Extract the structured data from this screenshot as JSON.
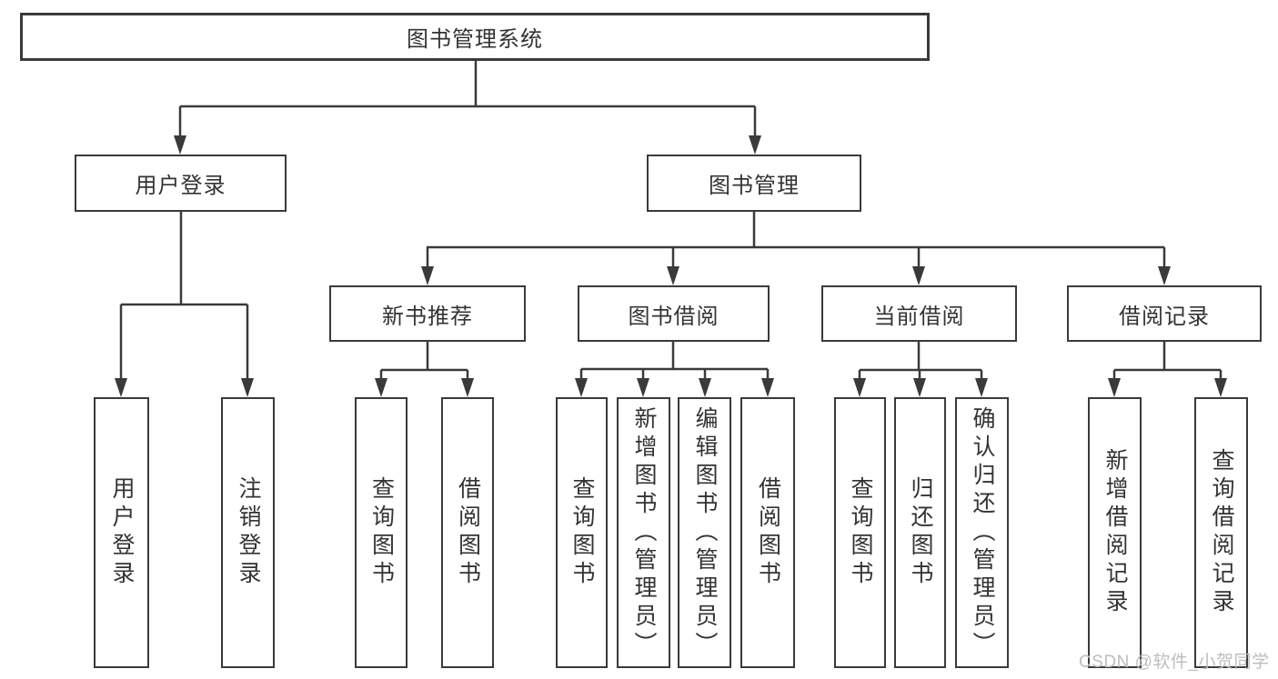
{
  "tree": {
    "label": "图书管理系统",
    "children": [
      {
        "label": "用户登录",
        "children": [
          {
            "label": "用户登录"
          },
          {
            "label": "注销登录"
          }
        ]
      },
      {
        "label": "图书管理",
        "children": [
          {
            "label": "新书推荐",
            "children": [
              {
                "label": "查询图书"
              },
              {
                "label": "借阅图书"
              }
            ]
          },
          {
            "label": "图书借阅",
            "children": [
              {
                "label": "查询图书"
              },
              {
                "label": "新增图书（管理员）"
              },
              {
                "label": "编辑图书（管理员）"
              },
              {
                "label": "借阅图书"
              }
            ]
          },
          {
            "label": "当前借阅",
            "children": [
              {
                "label": "查询图书"
              },
              {
                "label": "归还图书"
              },
              {
                "label": "确认归还（管理员）"
              }
            ]
          },
          {
            "label": "借阅记录",
            "children": [
              {
                "label": "新增借阅记录"
              },
              {
                "label": "查询借阅记录"
              }
            ]
          }
        ]
      }
    ]
  },
  "watermark": {
    "text": "CSDN @软件_小贺同学"
  },
  "colors": {
    "line": "#3a3a3a",
    "text": "#333333",
    "watermark": "#bdbdbd",
    "background": "#ffffff"
  }
}
